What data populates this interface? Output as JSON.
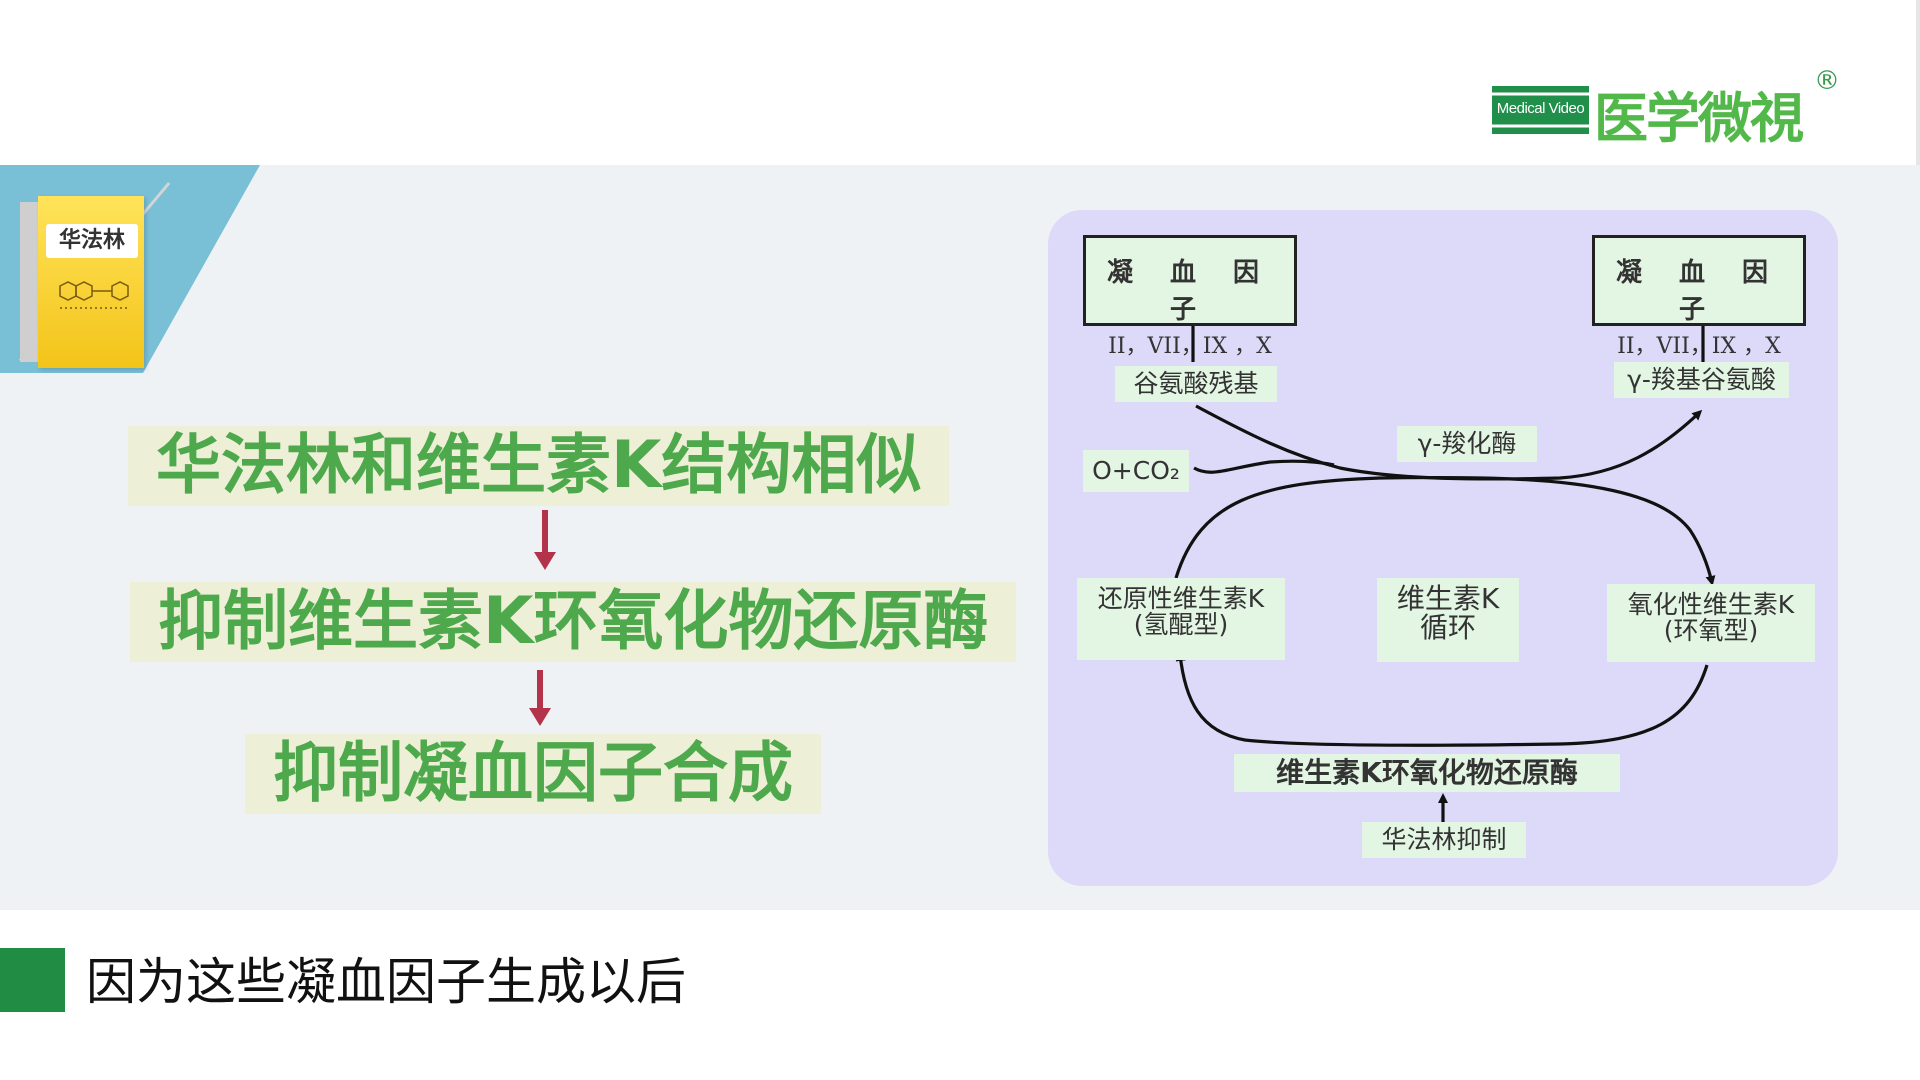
{
  "brand": {
    "en": "Medical Video",
    "zh": "医学微視",
    "reg": "®"
  },
  "book": {
    "label": "华法林"
  },
  "steps": [
    "华法林和维生素K结构相似",
    "抑制维生素K环氧化物还原酶",
    "抑制凝血因子合成"
  ],
  "diagram": {
    "factor_left": {
      "title": "凝 血 因 子",
      "sub": "II，VII，IX ，X"
    },
    "factor_right": {
      "title": "凝 血 因 子",
      "sub": "II，VII，IX ，X"
    },
    "glutamate": "谷氨酸残基",
    "gamma_carboxy_glu": "γ-羧基谷氨酸",
    "o_co2": "O+CO₂",
    "carboxylase": "γ-羧化酶",
    "reduced_vk": [
      "还原性维生素K",
      "(氢醌型)"
    ],
    "cycle": [
      "维生素K",
      "循环"
    ],
    "oxidized_vk": [
      "氧化性维生素K",
      "(环氧型)"
    ],
    "reductase": "维生素K环氧化物还原酶",
    "warfarin_inhibit": "华法林抑制"
  },
  "subtitle": "因为这些凝血因子生成以后"
}
